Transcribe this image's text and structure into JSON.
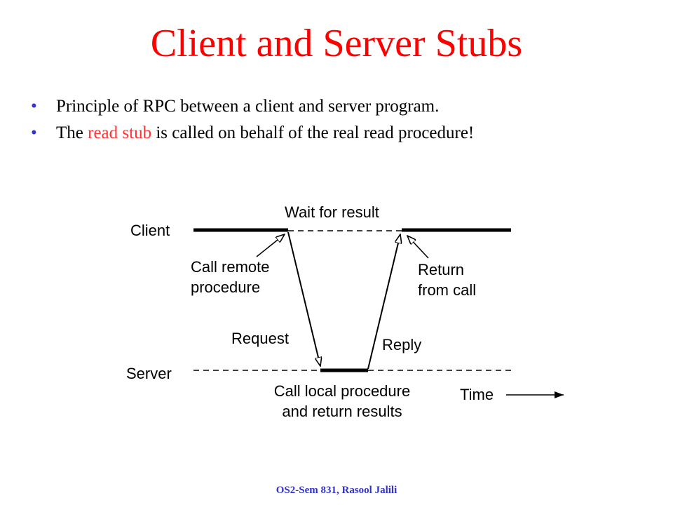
{
  "slide": {
    "title": "Client and Server Stubs",
    "bullets": [
      {
        "text": "Principle of RPC between a client and server program."
      },
      {
        "before": "The ",
        "highlight": "read stub",
        "after": " is called on behalf of the real read procedure!"
      }
    ],
    "footer": "OS2-Sem 831, Rasool Jalili"
  },
  "diagram": {
    "labels": {
      "client": "Client",
      "server": "Server",
      "wait_for_result": "Wait for result",
      "call_remote_line1": "Call remote",
      "call_remote_line2": "procedure",
      "return_line1": "Return",
      "return_line2": "from call",
      "request": "Request",
      "reply": "Reply",
      "call_local_line1": "Call local procedure",
      "call_local_line2": "and return results",
      "time": "Time"
    }
  },
  "colors": {
    "title": "#ff0000",
    "bullet_marker": "#3333cc",
    "highlight": "#ff3333",
    "footer": "#3333cc",
    "diagram": "#000000"
  }
}
